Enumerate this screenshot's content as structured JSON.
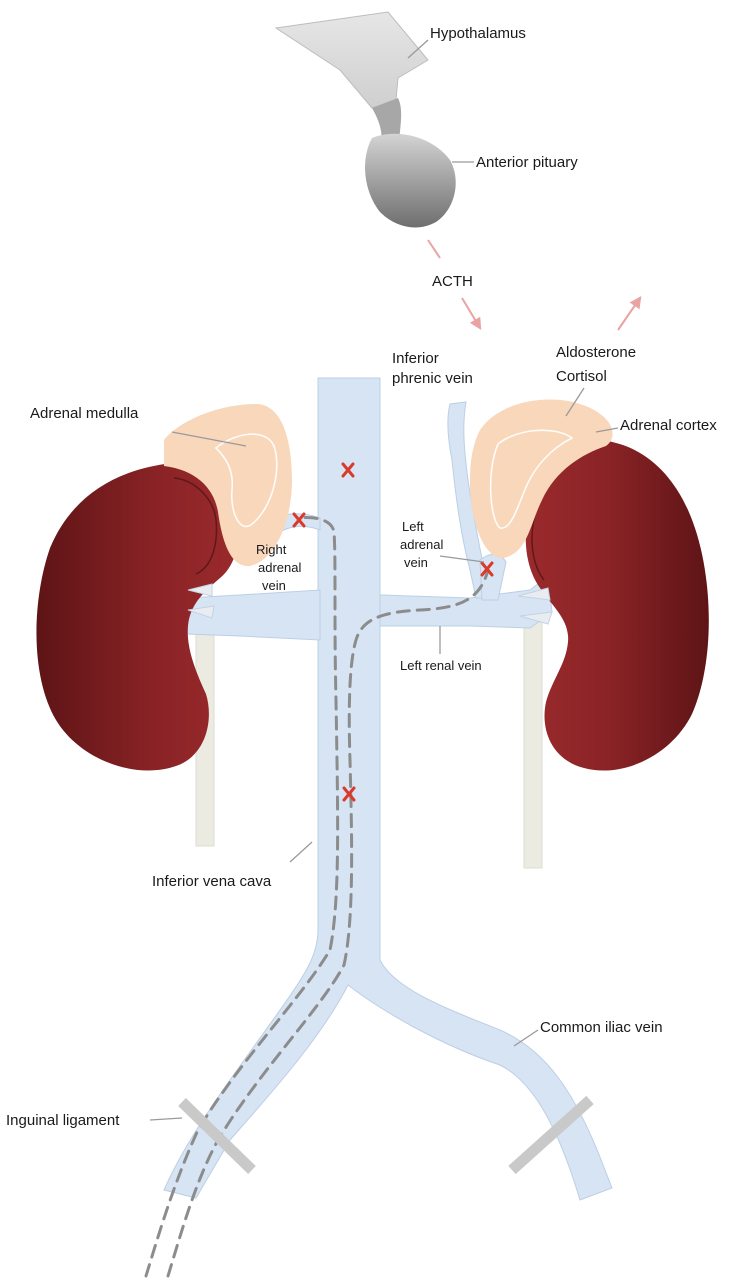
{
  "labels": {
    "hypothalamus": "Hypothalamus",
    "anterior_pituitary": "Anterior pituary",
    "acth": "ACTH",
    "inferior_phrenic_vein": [
      "Inferior",
      "phrenic vein"
    ],
    "aldosterone_cortisol": [
      "Aldosterone",
      "Cortisol"
    ],
    "adrenal_medulla": "Adrenal medulla",
    "adrenal_cortex": "Adrenal cortex",
    "right_adrenal_vein": [
      "Right",
      "adrenal",
      "vein"
    ],
    "left_adrenal_vein": [
      "Left",
      "adrenal",
      "vein"
    ],
    "left_renal_vein": "Left renal vein",
    "inferior_vena_cava": "Inferior vena cava",
    "common_iliac_vein": "Common iliac vein",
    "inguinal_ligament": "Inguinal ligament"
  },
  "colors": {
    "vein": "#d6e4f3",
    "vein_edge": "#bccfe6",
    "kidney": "#8a2326",
    "kidney_dark": "#5e1416",
    "adrenal": "#f8d7bb",
    "ureter": "#ecebe2",
    "catheter": "#8c8c8c",
    "sample_marker": "#d93a2b",
    "hormone_arrow": "#e9a3a3",
    "ligament": "#c9c9c9"
  },
  "icons": {
    "sample_marker": "x-mark-icon"
  }
}
